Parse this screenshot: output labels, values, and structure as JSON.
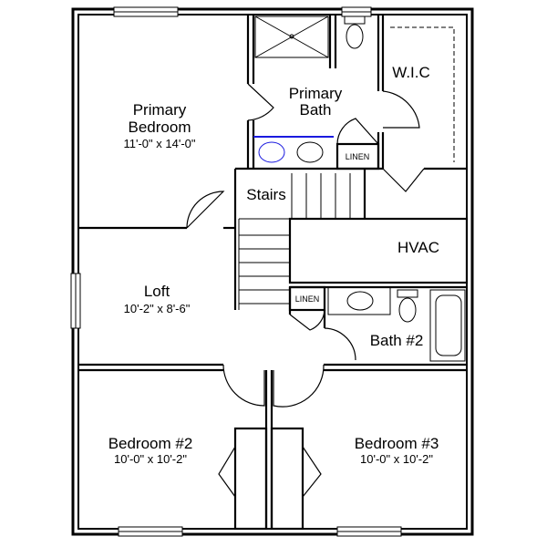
{
  "rooms": {
    "primary_bedroom": {
      "name_line1": "Primary",
      "name_line2": "Bedroom",
      "size": "11'-0\" x 14'-0\""
    },
    "primary_bath": {
      "name_line1": "Primary",
      "name_line2": "Bath"
    },
    "wic": {
      "name": "W.I.C"
    },
    "linen_upper": {
      "name": "LINEN"
    },
    "stairs": {
      "name": "Stairs"
    },
    "hvac": {
      "name": "HVAC"
    },
    "loft": {
      "name": "Loft",
      "size": "10'-2\" x 8'-6\""
    },
    "linen_lower": {
      "name": "LINEN"
    },
    "bath2": {
      "name": "Bath #2"
    },
    "bedroom2": {
      "name": "Bedroom #2",
      "size": "10'-0\" x 10'-2\""
    },
    "bedroom3": {
      "name": "Bedroom #3",
      "size": "10'-0\" x 10'-2\""
    }
  },
  "colors": {
    "vanity_highlight": "#1a1adf"
  }
}
